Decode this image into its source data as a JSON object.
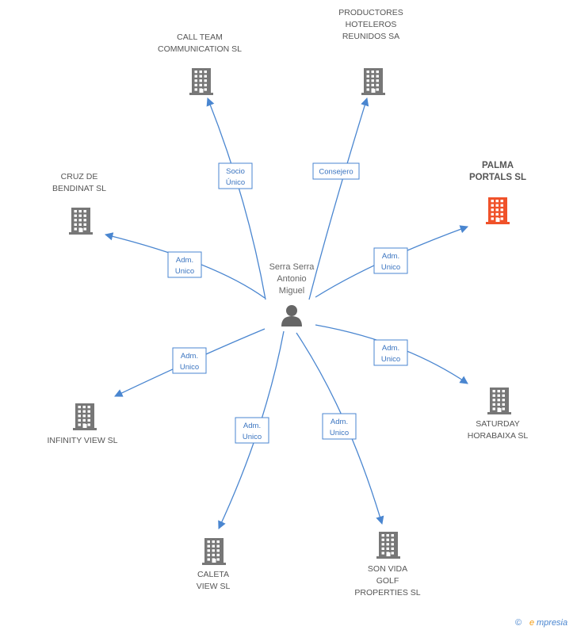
{
  "colors": {
    "edge": "#4a86d0",
    "building": "#777777",
    "building_highlight": "#f0522a",
    "person": "#666666"
  },
  "center": {
    "name_lines": [
      "Serra Serra",
      "Antonio",
      "Miguel"
    ],
    "icon": "person-icon"
  },
  "nodes": [
    {
      "id": "call-team",
      "label_lines": [
        "CALL TEAM",
        "COMMUNICATION SL"
      ],
      "relation_lines": [
        "Socio",
        "Único"
      ],
      "highlight": false,
      "icon": "building-icon"
    },
    {
      "id": "productores",
      "label_lines": [
        "PRODUCTORES",
        "HOTELEROS",
        "REUNIDOS SA"
      ],
      "relation_lines": [
        "Consejero"
      ],
      "highlight": false,
      "icon": "building-icon"
    },
    {
      "id": "palma-portals",
      "label_lines": [
        "PALMA",
        "PORTALS SL"
      ],
      "relation_lines": [
        "Adm.",
        "Unico"
      ],
      "highlight": true,
      "icon": "building-icon"
    },
    {
      "id": "cruz-bendinat",
      "label_lines": [
        "CRUZ DE",
        "BENDINAT SL"
      ],
      "relation_lines": [
        "Adm.",
        "Unico"
      ],
      "highlight": false,
      "icon": "building-icon"
    },
    {
      "id": "saturday",
      "label_lines": [
        "SATURDAY",
        "HORABAIXA SL"
      ],
      "relation_lines": [
        "Adm.",
        "Unico"
      ],
      "highlight": false,
      "icon": "building-icon"
    },
    {
      "id": "infinity-view",
      "label_lines": [
        "INFINITY VIEW SL"
      ],
      "relation_lines": [
        "Adm.",
        "Unico"
      ],
      "highlight": false,
      "icon": "building-icon"
    },
    {
      "id": "caleta-view",
      "label_lines": [
        "CALETA",
        "VIEW SL"
      ],
      "relation_lines": [
        "Adm.",
        "Unico"
      ],
      "highlight": false,
      "icon": "building-icon"
    },
    {
      "id": "son-vida",
      "label_lines": [
        "SON VIDA",
        "GOLF",
        "PROPERTIES SL"
      ],
      "relation_lines": [
        "Adm.",
        "Unico"
      ],
      "highlight": false,
      "icon": "building-icon"
    }
  ],
  "watermark": {
    "copyright": "©",
    "brand_initial": "e",
    "brand_rest": "mpresia"
  }
}
